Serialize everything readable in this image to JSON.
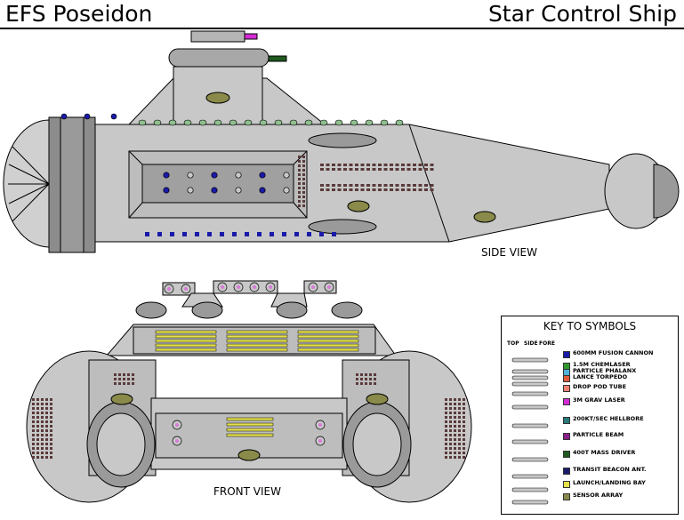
{
  "header": {
    "ship_name": "EFS Poseidon",
    "ship_class": "Star Control Ship"
  },
  "views": {
    "side_label": "SIDE VIEW",
    "front_label": "FRONT VIEW"
  },
  "key": {
    "title": "KEY TO SYMBOLS",
    "col_top": "TOP",
    "col_side": "SIDE",
    "col_fore": "FORE",
    "items": [
      {
        "label": "600MM FUSION CANNON",
        "color": "#1a1aa8",
        "icon": "fusion-cannon-icon"
      },
      {
        "label": "1.5M CHEMLASER",
        "color": "#2e9a2e",
        "icon": "chemlaser-icon"
      },
      {
        "label": "PARTICLE PHALANX",
        "color": "#4fb3d9",
        "icon": "particle-phalanx-icon"
      },
      {
        "label": "LANCE TORPEDO",
        "color": "#e05a3a",
        "icon": "lance-torpedo-icon"
      },
      {
        "label": "DROP POD TUBE",
        "color": "#f08070",
        "icon": "drop-pod-tube-icon"
      },
      {
        "label": "3M GRAV LASER",
        "color": "#d42bd4",
        "icon": "grav-laser-icon"
      },
      {
        "label": "200KT/SEC HELLBORE",
        "color": "#2a7a7a",
        "icon": "hellbore-icon"
      },
      {
        "label": "PARTICLE BEAM",
        "color": "#8a1f8a",
        "icon": "particle-beam-icon"
      },
      {
        "label": "400T MASS DRIVER",
        "color": "#1f5a1f",
        "icon": "mass-driver-icon"
      },
      {
        "label": "TRANSIT BEACON ANT.",
        "color": "#1a1a6e",
        "icon": "transit-beacon-icon"
      },
      {
        "label": "LAUNCH/LANDING BAY",
        "color": "#e6e24a",
        "icon": "landing-bay-icon"
      },
      {
        "label": "SENSOR ARRAY",
        "color": "#8a8a4a",
        "icon": "sensor-array-icon"
      }
    ]
  },
  "colors": {
    "hull": "#c8c8c8",
    "hull_dark": "#a8a8a8",
    "engine_band": "#8c8c8c",
    "outline": "#000000",
    "sensor_pod": "#8a8a4a",
    "cannon_blue": "#1a1aa8",
    "bay_yellow": "#e6e24a"
  }
}
